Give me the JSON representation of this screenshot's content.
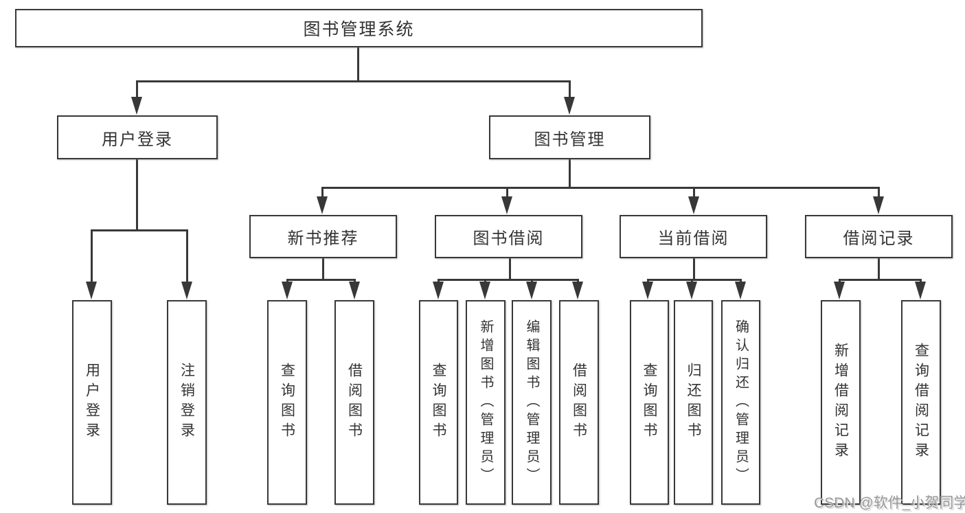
{
  "diagram": {
    "root": {
      "label": "图书管理系统"
    },
    "branches": [
      {
        "label": "用户登录",
        "children": [
          {
            "label": "用户登录"
          },
          {
            "label": "注销登录"
          }
        ]
      },
      {
        "label": "图书管理",
        "children": [
          {
            "label": "新书推荐",
            "children": [
              {
                "label": "查询图书"
              },
              {
                "label": "借阅图书"
              }
            ]
          },
          {
            "label": "图书借阅",
            "children": [
              {
                "label": "查询图书"
              },
              {
                "label": "新增图书（管理员）"
              },
              {
                "label": "编辑图书（管理员）"
              },
              {
                "label": "借阅图书"
              }
            ]
          },
          {
            "label": "当前借阅",
            "children": [
              {
                "label": "查询图书"
              },
              {
                "label": "归还图书"
              },
              {
                "label": "确认归还（管理员）"
              }
            ]
          },
          {
            "label": "借阅记录",
            "children": [
              {
                "label": "新增借阅记录"
              },
              {
                "label": "查询借阅记录"
              }
            ]
          }
        ]
      }
    ]
  },
  "watermark": {
    "text": "CSDN @软件_小贺同学"
  },
  "colors": {
    "line": "#383838",
    "text": "#333333",
    "watermark": "#9a9a9a",
    "background": "#ffffff"
  }
}
